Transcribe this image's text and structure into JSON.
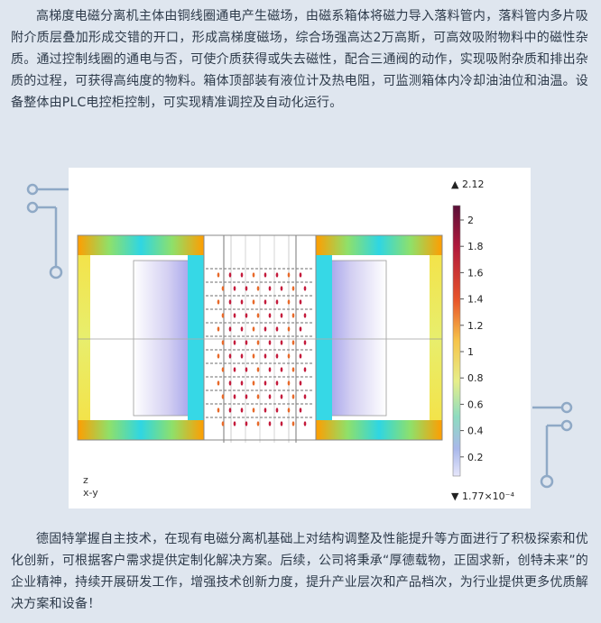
{
  "paragraphs": {
    "intro": "高梯度电磁分离机主体由铜线圈通电产生磁场，由磁系箱体将磁力导入落料管内，落料管内多片吸附介质层叠加形成交错的开口，形成高梯度磁场，综合场强高达2万高斯，可高效吸附物料中的磁性杂质。通过控制线圈的通电与否，可使介质获得或失去磁性，配合三通阀的动作，实现吸附杂质和排出杂质的过程，可获得高纯度的物料。箱体顶部装有液位计及热电阻，可监测箱体内冷却油油位和油温。设备整体由PLC电控柜控制，可实现精准调控及自动化运行。",
    "closing": "德固特掌握自主技术，在现有电磁分离机基础上对结构调整及性能提升等方面进行了积极探索和优化创新，可根据客户需求提供定制化解决方案。后续，公司将秉承“厚德载物，正固求新，创特未来”的企业精神，持续开展研发工作，增强技术创新力度，提升产业层次和产品档次，为行业提供更多优质解决方案和设备！"
  },
  "colors": {
    "background": "#dfe6ef",
    "deco_line": "#8fa9c6",
    "text": "#2d3a4a"
  },
  "figure": {
    "axis_z": "z",
    "axis_xy": "x-y",
    "max_label": "▲ 2.12",
    "min_label": "▼ 1.77×10⁻⁴",
    "colorbar_ticks": [
      "2",
      "1.8",
      "1.6",
      "1.4",
      "1.2",
      "1",
      "0.8",
      "0.6",
      "0.4",
      "0.2"
    ]
  }
}
